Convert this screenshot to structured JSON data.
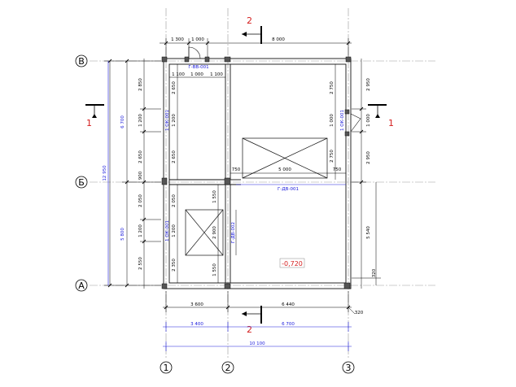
{
  "axes": {
    "vertical": [
      "1",
      "2",
      "3"
    ],
    "horizontal": [
      "В",
      "Б",
      "А"
    ]
  },
  "sections": {
    "s1_left": "1",
    "s1_right": "1",
    "s2_top": "2",
    "s2_bottom": "2"
  },
  "level_mark": "-0,720",
  "dims_top": {
    "d1300": "1 300",
    "d1000": "1 000",
    "d8000": "8 000",
    "i1100a": "1 100",
    "i1000": "1 000",
    "i1100b": "1 100"
  },
  "dims_bottom": {
    "d3600": "3 600",
    "d6440": "6 440",
    "d320": "320",
    "b3400": "3 400",
    "b6700": "6 700",
    "b10100": "10 100"
  },
  "dims_left": {
    "total": "12 950",
    "upper": "6 700",
    "lower": "5 800",
    "c2850": "2 850",
    "c1200a": "1 200",
    "c2650": "2 650",
    "c900": "900",
    "c2050": "2 050",
    "c1200b": "1 200",
    "c2550": "2 550"
  },
  "dims_inner": {
    "w2650a": "2 650",
    "w1200a": "1 200",
    "w2650b": "2 650",
    "w2050": "2 050",
    "w1200b": "1 200",
    "w2350": "2 350",
    "s1550a": "1 550",
    "s1550b": "1 550",
    "s2900": "2 900",
    "r2750a": "2 750",
    "r1000": "1 000",
    "r2750b": "2 750",
    "h750a": "750",
    "h5000": "5 000",
    "h750b": "750"
  },
  "dims_right": {
    "r2950a": "2 950",
    "r1000": "1 000",
    "r2950b": "2 950",
    "r5540": "5 540",
    "r320": "320"
  },
  "notes": {
    "opening_top": "Г-ВВ-001",
    "opening_left_upper": "1 ОК-001",
    "opening_left_lower": "1 ОК-001",
    "opening_right": "1 ОК-001",
    "opening_mid": "Г-ДВ-001",
    "opening_partition": "Г-ДВ-002"
  }
}
